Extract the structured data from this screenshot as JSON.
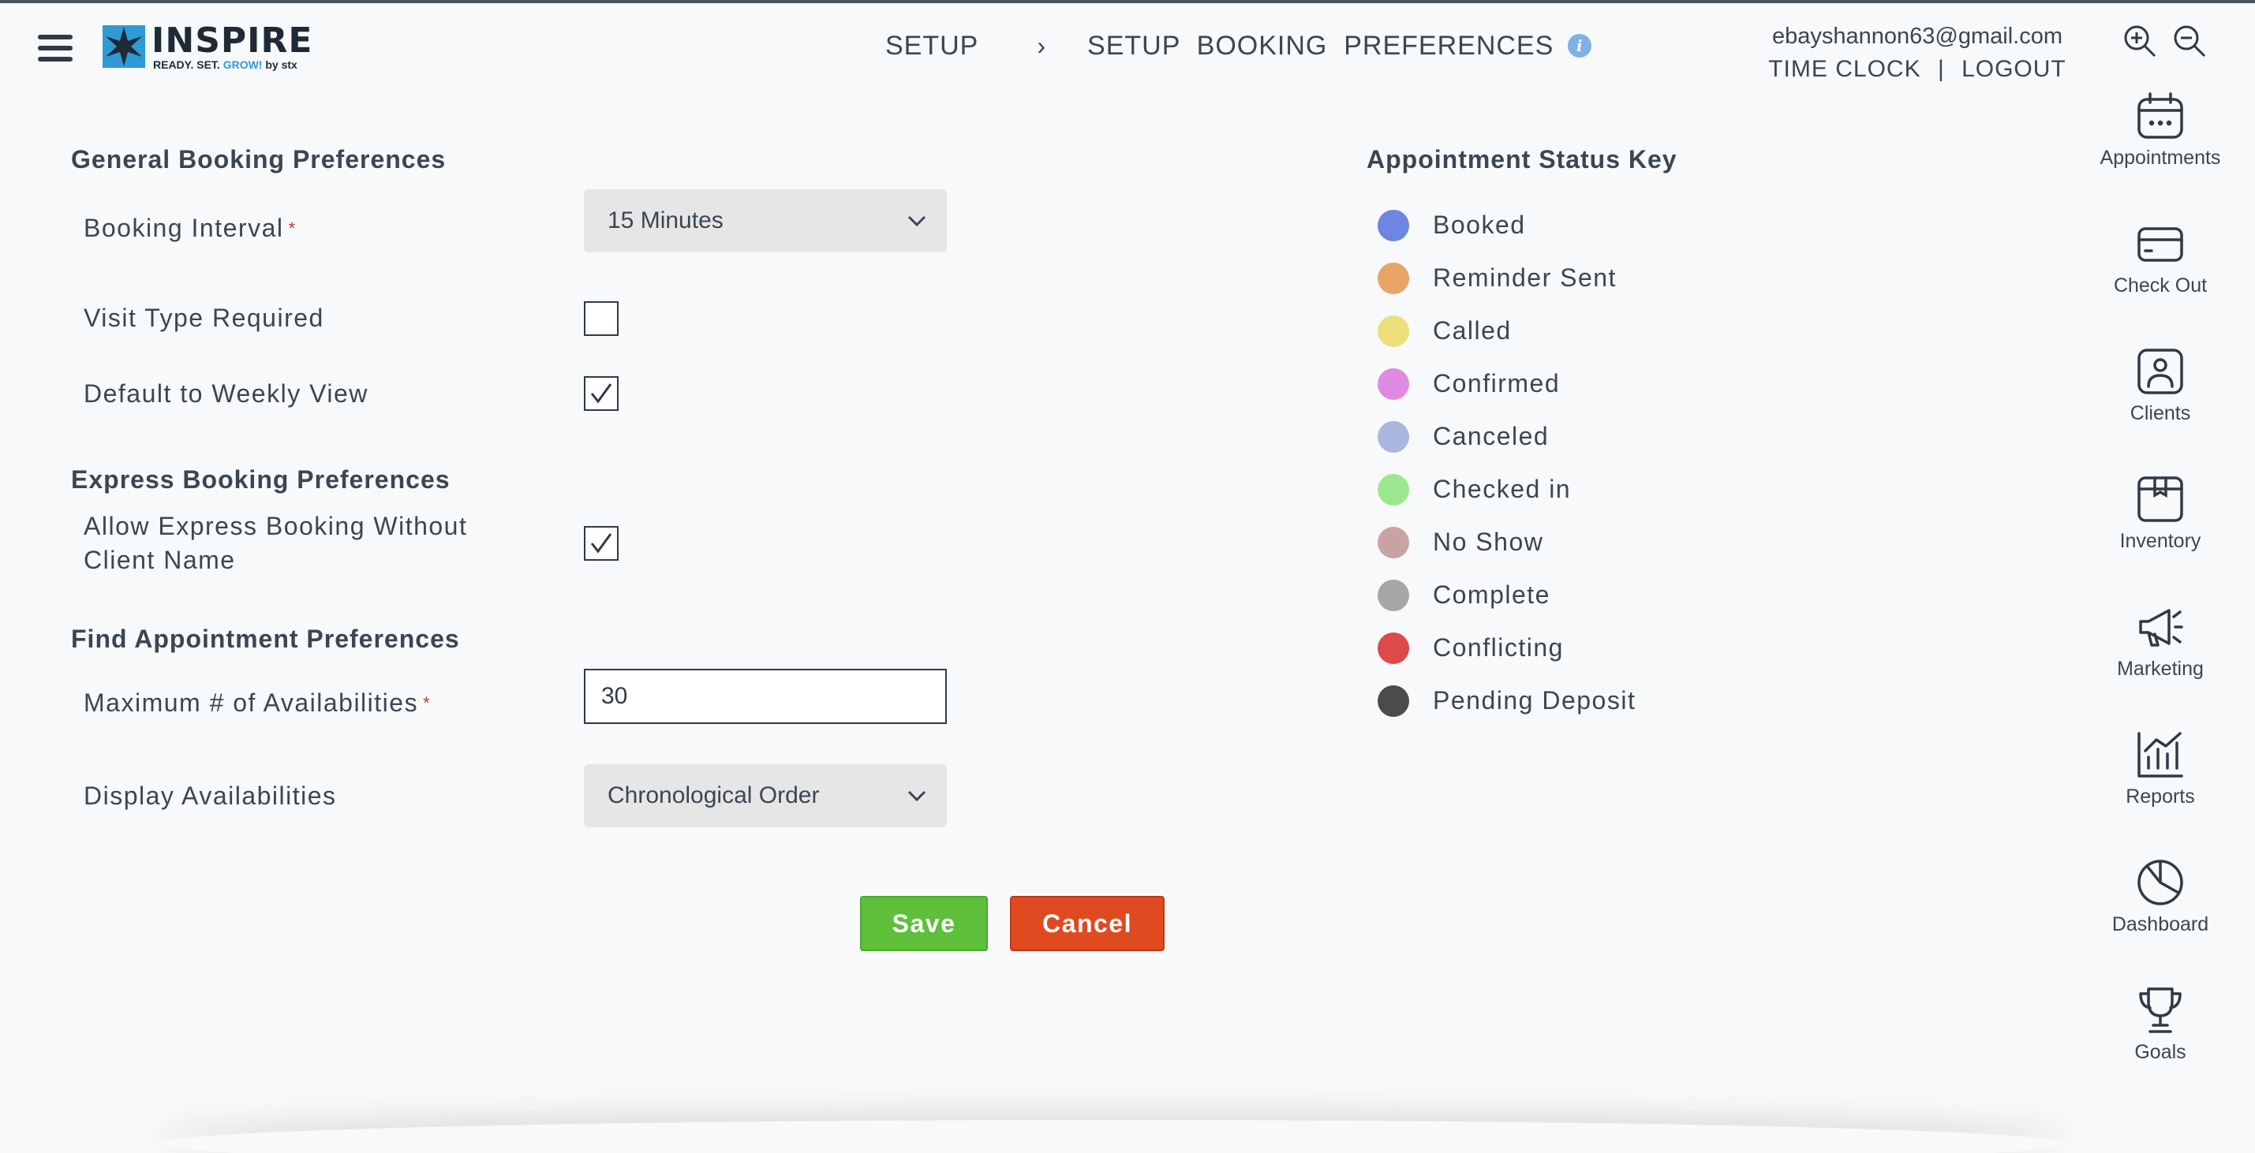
{
  "header": {
    "logo_word": "INSPIRE",
    "logo_tag_a": "READY. SET. ",
    "logo_tag_b": "GROW!",
    "logo_tag_c": " by stx",
    "breadcrumb": {
      "root": "SETUP",
      "separator": "›",
      "current": "SETUP  BOOKING  PREFERENCES"
    },
    "info_glyph": "i",
    "account": {
      "email": "ebayshannon63@gmail.com",
      "time_clock": "TIME CLOCK",
      "divider": "|",
      "logout": "LOGOUT"
    }
  },
  "form": {
    "general": {
      "title": "General Booking Preferences",
      "booking_interval": {
        "label": "Booking Interval",
        "required_mark": "*",
        "value": "15 Minutes"
      },
      "visit_type_required": {
        "label": "Visit Type Required",
        "checked": false
      },
      "default_weekly_view": {
        "label": "Default to Weekly View",
        "checked": true
      }
    },
    "express": {
      "title": "Express Booking Preferences",
      "allow_without_name": {
        "label_line1": "Allow Express Booking Without",
        "label_line2": "Client Name",
        "checked": true
      }
    },
    "find": {
      "title": "Find Appointment Preferences",
      "max_availabilities": {
        "label": "Maximum # of Availabilities",
        "required_mark": "*",
        "value": "30"
      },
      "display_availabilities": {
        "label": "Display Availabilities",
        "value": "Chronological Order"
      }
    },
    "buttons": {
      "save": "Save",
      "cancel": "Cancel"
    }
  },
  "status_key": {
    "title": "Appointment Status Key",
    "items": [
      {
        "label": "Booked",
        "color": "#6c86e2"
      },
      {
        "label": "Reminder Sent",
        "color": "#e8a466"
      },
      {
        "label": "Called",
        "color": "#ede07a"
      },
      {
        "label": "Confirmed",
        "color": "#e18ae3"
      },
      {
        "label": "Canceled",
        "color": "#aab6de"
      },
      {
        "label": "Checked in",
        "color": "#9ae88e"
      },
      {
        "label": "No Show",
        "color": "#c9a3a3"
      },
      {
        "label": "Complete",
        "color": "#a6a6a6"
      },
      {
        "label": "Conflicting",
        "color": "#de4a4a"
      },
      {
        "label": "Pending Deposit",
        "color": "#4b4b4b"
      }
    ]
  },
  "right_nav": {
    "items": [
      {
        "label": "Appointments",
        "icon": "calendar-icon"
      },
      {
        "label": "Check Out",
        "icon": "card-icon"
      },
      {
        "label": "Clients",
        "icon": "person-icon"
      },
      {
        "label": "Inventory",
        "icon": "box-icon"
      },
      {
        "label": "Marketing",
        "icon": "megaphone-icon"
      },
      {
        "label": "Reports",
        "icon": "chart-icon"
      },
      {
        "label": "Dashboard",
        "icon": "pie-icon"
      },
      {
        "label": "Goals",
        "icon": "trophy-icon"
      }
    ]
  }
}
